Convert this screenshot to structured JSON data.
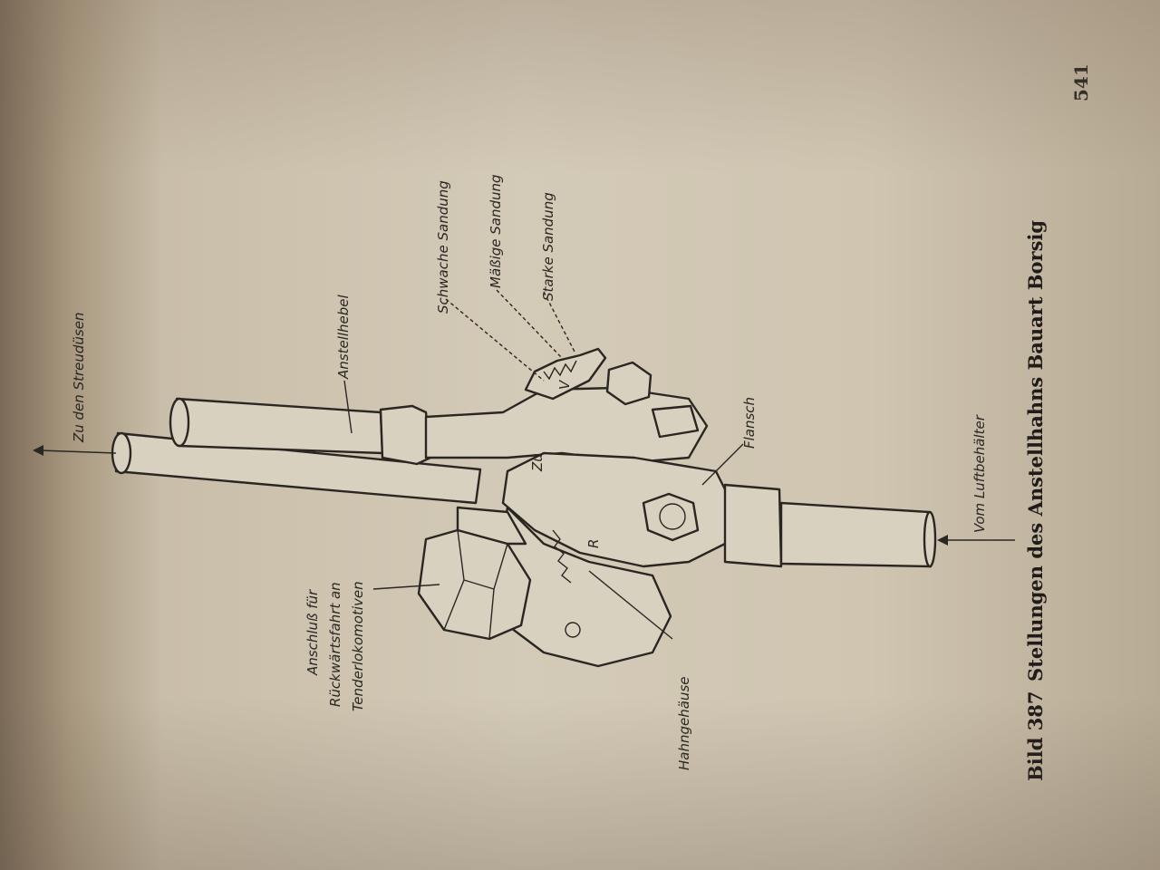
{
  "labels": {
    "zu_den_streuduesen": "Zu den Streudüsen",
    "anstellhebel": "Anstellhebel",
    "schwache_sandung": "Schwache Sandung",
    "maessige_sandung": "Mäßige Sandung",
    "starke_sandung": "Starke Sandung",
    "flansch": "Flansch",
    "vom_luftbehaelter": "Vom Luftbehälter",
    "anschluss_line1": "Anschluß für",
    "anschluss_line2": "Rückwärtsfahrt an",
    "anschluss_line3": "Tenderlokomotiven",
    "hahngehaeuse": "Hahngehäuse",
    "mark_v": "V",
    "mark_r": "R",
    "mark_zu": "Zu"
  },
  "caption": {
    "number": "Bild 387",
    "text": "Stellungen des Anstellhahns Bauart Borsig"
  },
  "page_number": "541"
}
